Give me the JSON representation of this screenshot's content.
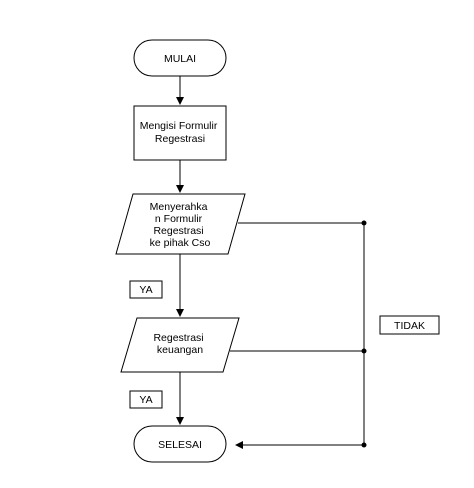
{
  "nodes": {
    "start": {
      "label": "MULAI"
    },
    "fill_form": {
      "lines": [
        "Mengisi Formulir",
        "Regestrasi"
      ]
    },
    "submit_form": {
      "lines": [
        "Menyerahka",
        "n Formulir",
        "Regestrasi",
        "ke pihak Cso"
      ]
    },
    "finance": {
      "lines": [
        "Regestrasi",
        "keuangan"
      ]
    },
    "end": {
      "label": "SELESAI"
    }
  },
  "labels": {
    "yes_1": "YA",
    "yes_2": "YA",
    "no": "TIDAK"
  },
  "colors": {
    "stroke": "#000000",
    "fill": "#ffffff"
  }
}
